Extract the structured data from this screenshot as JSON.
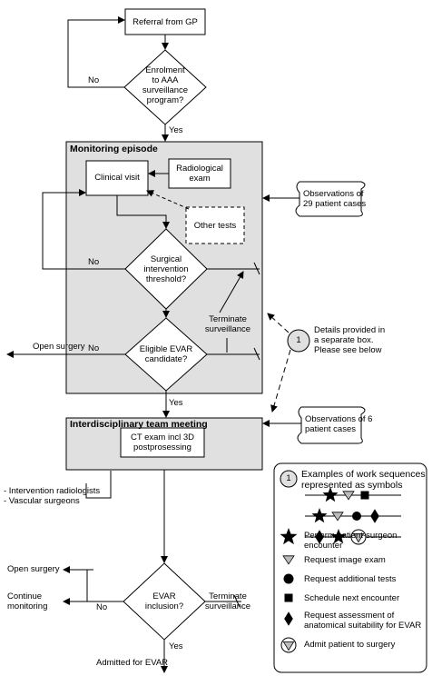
{
  "nodes": {
    "referral": "Referral from GP",
    "enrolment": [
      "Enrolment",
      "to AAA",
      "surveillance",
      "program?"
    ],
    "monitoring_title": "Monitoring episode",
    "clinical_visit": "Clinical visit",
    "radiological": [
      "Radiological",
      "exam"
    ],
    "other_tests": "Other tests",
    "surgical": [
      "Surgical",
      "intervention",
      "threshold?"
    ],
    "terminate1": [
      "Terminate",
      "surveillance"
    ],
    "eligible": [
      "Eligible EVAR",
      "candidate?"
    ],
    "open_surgery1": "Open surgery",
    "idt_title": "Interdisciplinary team meeting",
    "ct_exam": [
      "CT exam incl 3D",
      "postprosessing"
    ],
    "team": [
      "- Intervention radiologists",
      "- Vascular surgeons"
    ],
    "open_surgery2": "Open surgery",
    "continue_monitoring": [
      "Continue",
      "monitoring"
    ],
    "evar_inclusion": [
      "EVAR",
      "inclusion?"
    ],
    "terminate2": [
      "Terminate",
      "surveillance"
    ],
    "admitted": "Admitted for EVAR"
  },
  "edge_labels": {
    "no1": "No",
    "yes1": "Yes",
    "no2": "No",
    "no3": "No",
    "yes2": "Yes",
    "no4": "No",
    "yes3": "Yes"
  },
  "observations": {
    "obs29": [
      "Observations of",
      "29 patient cases"
    ],
    "obs6": [
      "Observations of 6",
      "patient cases"
    ]
  },
  "details": {
    "number": "1",
    "text": [
      "Details provided in",
      "a separate box.",
      "Please see below"
    ]
  },
  "legend": {
    "number": "1",
    "title": [
      "Examples of work sequences",
      "represented as symbols"
    ],
    "items": [
      {
        "symbol": "star-icon",
        "text": [
          "Perform patient-surgeon",
          "encounter"
        ]
      },
      {
        "symbol": "triangle-down-icon",
        "text": [
          "Request image exam"
        ]
      },
      {
        "symbol": "circle-icon",
        "text": [
          "Request additional tests"
        ]
      },
      {
        "symbol": "square-icon",
        "text": [
          "Schedule next encounter"
        ]
      },
      {
        "symbol": "diamond-icon",
        "text": [
          "Request assessment of",
          "anatomical suitability for EVAR"
        ]
      },
      {
        "symbol": "triangle-in-circle-icon",
        "text": [
          "Admit patient to surgery"
        ]
      }
    ]
  },
  "colors": {
    "panel": "#e0e0e0",
    "line": "#000000",
    "box": "#ffffff"
  }
}
